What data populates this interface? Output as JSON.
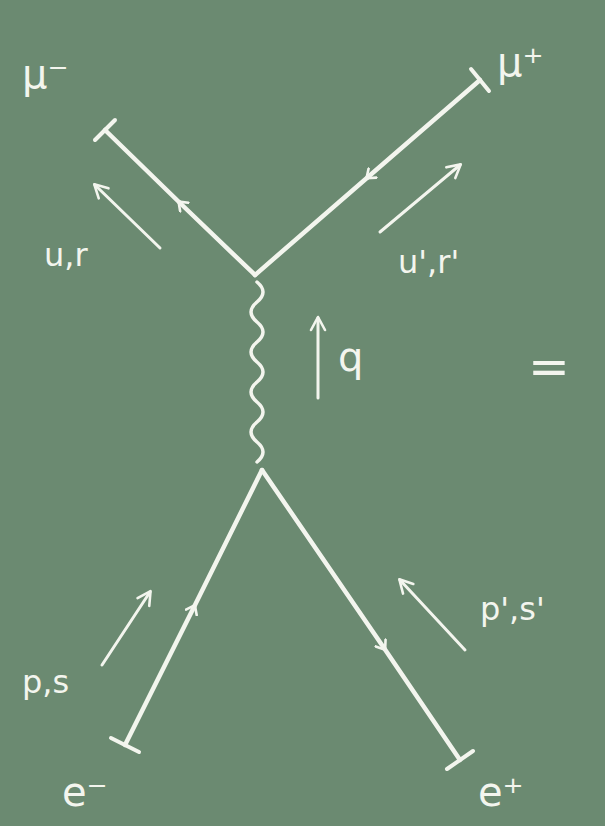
{
  "diagram": {
    "labels": [
      "μ⁻",
      "μ⁺",
      "u,r",
      "u',r'",
      "q",
      "=",
      "p,s",
      "p',s'",
      "e⁻",
      "e⁺"
    ]
  }
}
